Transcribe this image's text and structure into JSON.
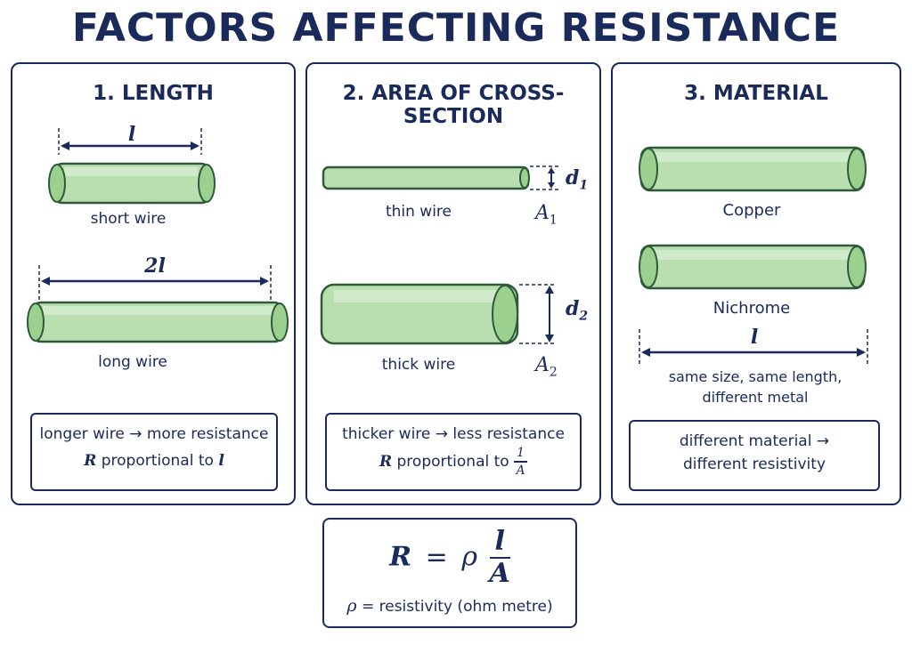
{
  "title": "FACTORS AFFECTING RESISTANCE",
  "colors": {
    "navy": "#1a2a5a",
    "wire_fill": "#b9dfb0",
    "wire_edge": "#4a8f4a"
  },
  "panels": [
    {
      "heading": "1. LENGTH",
      "short_dim": "l",
      "short_label": "short wire",
      "long_dim": "2l",
      "long_label": "long wire",
      "note_line1": "longer wire → more resistance",
      "note_R": "R",
      "note_text": "proportional to",
      "note_var": "l"
    },
    {
      "heading": "2. AREA OF CROSS-SECTION",
      "thin_label": "thin wire",
      "thin_d": "d",
      "thin_d_sub": "1",
      "thin_A": "A",
      "thin_A_sub": "1",
      "thick_label": "thick wire",
      "thick_d": "d",
      "thick_d_sub": "2",
      "thick_A": "A",
      "thick_A_sub": "2",
      "note_line1": "thicker wire → less resistance",
      "note_R": "R",
      "note_text": "proportional to",
      "frac_num": "1",
      "frac_den": "A"
    },
    {
      "heading": "3. MATERIAL",
      "copper_label": "Copper",
      "nichrome_label": "Nichrome",
      "dim": "l",
      "desc_line1": "same size, same length,",
      "desc_line2": "different metal",
      "note_line1": "different material →",
      "note_line2": "different resistivity"
    }
  ],
  "formula": {
    "lhs": "R",
    "equals": "=",
    "rho": "ρ",
    "num": "l",
    "den": "A",
    "legend_rho": "ρ",
    "legend_text": "= resistivity (ohm metre)"
  }
}
